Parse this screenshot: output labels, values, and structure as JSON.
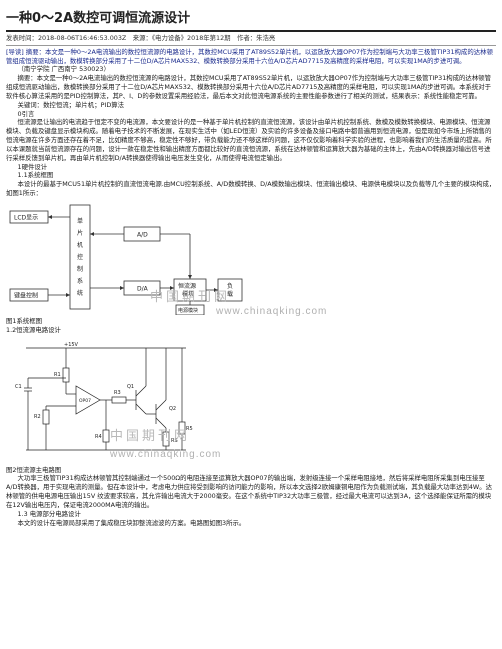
{
  "title": "一种0～2A数控可调恒流源设计",
  "meta": "发表时间：2018-08-06T16:46:53.003Z　来源：《电力设备》2018年第12期　作者：朱浩亮",
  "abstract_cn": "[导读] 摘要：本文是一种0～2A电流输出的数控恒流源的电路设计，其数控MCU采用了AT89S52单片机，以运放放大器OP07作为控制端与大功率三极管TIP31构成的达林顿管组成恒流驱动输出，数模转换部分采用了十二位D/A芯片MAX532、模数转换部分采用十六位A/D芯片AD7715及高精度的采样电阻，可以实现1MA的步进可调。",
  "affiliation": "（南宁学院 广西南宁 530023）",
  "abstract_full": "摘要：本文是一种0～2A电流输出的数控恒流源的电路设计，其数控MCU采用了AT89S52单片机，以运放放大器OP07作为控制端与大功率三极管TIP31构成的达林顿管组成恒流驱动输出，数模转换部分采用了十二位D/A芯片MAX532、模数转换部分采用十六位A/D芯片AD7715及高精度的采样电阻，可以实现1MA的步进可调。本系统对于软件核心算法采用的是PID控制算法，其P、I、D的参数设置采用经验法，最后本文对此恒流电源系统的主要性能参数进行了相关的测试，结果表示：系统性能稳定可靠。",
  "keywords": "关键词：数控恒流；单片机；PID算法",
  "sec0": "0引言",
  "intro": "恒流源是让输出的电流趋于恒定不变的电流源，本文要设计的是一种基于单片机控制的直流恒流源，该设计由单片机控制系统、数模及模数转换模块、电源模块、恒流源模块、负载及键盘显示模块构成。随着电子技术的不断发展，在现实生活中（如LED恒流）及实验的许多设备及接口电路中都普遍用到恒流电源，但是现如今市场上所销售的恒流电源在许多方面还存在着不足，比如精度不够高，稳定性不够好，带负载能力还不够这样的问题，这不仅仅影响着科学实验的进程，也影响着我们的生活质量的提高。所以本课题就当前恒流源存在的问题，设计一款在稳定性和输出精度方面都比较好的直流恒流源，系统在达林顿管和运算放大器为基础的主体上，先由A/D转换器对输出信号进行采样反馈到单片机，再由单片机控制D/A转换器使得输出电压发生变化，从而使得电流恒定输出。",
  "sec1": "1硬件设计",
  "sec11": "1.1系统框图",
  "sec11_text": "本设计的最基于MCU51单片机控制的直流恒流电源.由MCU控制系统、A/D数模转换、D/A模数输出模块、恒流输出模块、电源供电模块以及负载等几个主要的模块构成，如图1所示：",
  "diagram1": {
    "lcd": "LCD显示",
    "keyboard": "键盘控制",
    "mcu_chars": [
      "单",
      "片",
      "机",
      "控",
      "制",
      "系",
      "统"
    ],
    "ad": "A/D",
    "da": "D/A",
    "cc": [
      "恒流源",
      "模块"
    ],
    "load": [
      "负",
      "载"
    ],
    "power": [
      "电源",
      "模块"
    ]
  },
  "watermark_cn": "中国期刊网",
  "watermark_en": "www.chinaqking.com",
  "fig1_caption": "图1系统框图",
  "sec12": "1.2恒流源电路设计",
  "circuit": {
    "vcc": "+15V",
    "r1": "R1",
    "r2": "R2",
    "r3": "R3",
    "r4": "R4",
    "r5": "R5",
    "c1": "C1",
    "u1": "OP07",
    "q1": "Q1",
    "q2": "Q2",
    "rs": "RS"
  },
  "fig2_caption": "图2恒流源主电路图",
  "sec12_text": "大功率三极管TIP31构成达林顿管其控制端通过一个500Ω的电阻连接至运算放大器OP07的输出端，发射级连接一个采样电阻接地，然后将采样电阻所采集到电压接至A/D转换器，用于实现电流的测量。但在本设计中，考虑电力供应将受到影响的访问能力的影响，所以本文选择2欧姆康铜电阻作为负载测试端，其负载最大功率达到4W。达林顿管的供电电源电压输出15V 纹波要求较高，其允许输出电流大于2000毫安。在这个系统中TIP32大功率三极管，经过最大电流可以达到3A，这个选择能保证所需的模块在12V输出电压内，保证电流2000MA电流的输出。",
  "sec13": "1.3 电源部分电路设计",
  "sec13_text": "本文的设计在电源局部采用了集成稳压块卸整流滤波的方案。电路图如图3所示。"
}
